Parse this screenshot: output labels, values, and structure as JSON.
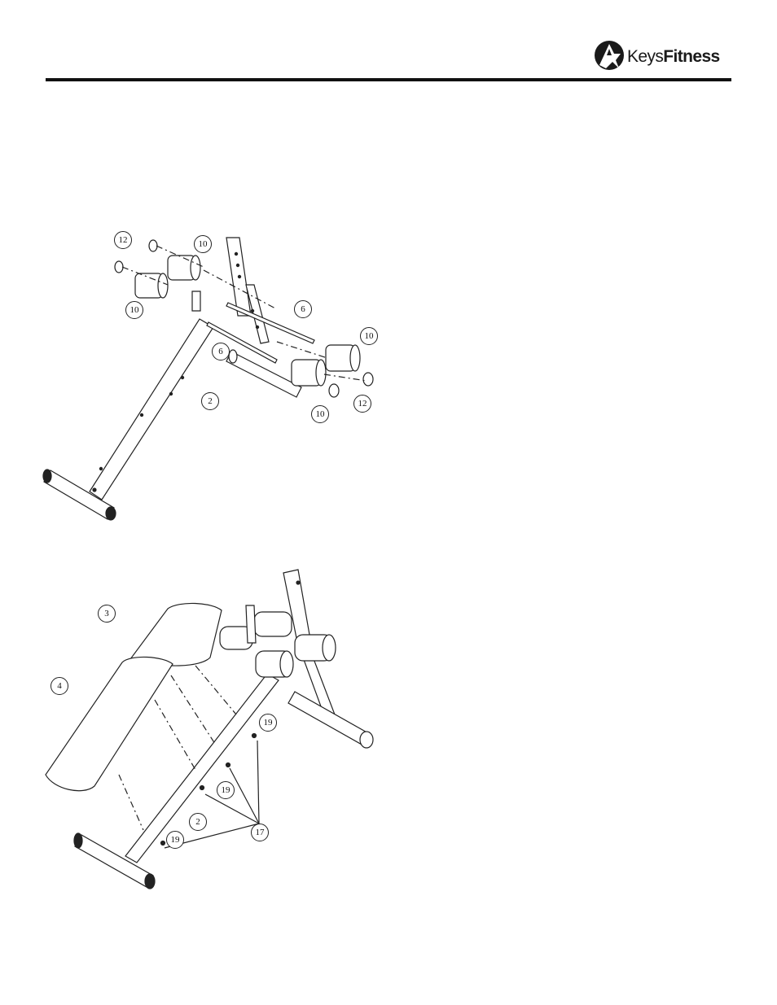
{
  "brand": {
    "part1": "Keys",
    "part2": "Fitness"
  },
  "figure1": {
    "callouts": [
      {
        "label": "12"
      },
      {
        "label": "10"
      },
      {
        "label": "10"
      },
      {
        "label": "6"
      },
      {
        "label": "6"
      },
      {
        "label": "10"
      },
      {
        "label": "2"
      },
      {
        "label": "12"
      },
      {
        "label": "10"
      }
    ]
  },
  "figure2": {
    "callouts": [
      {
        "label": "3"
      },
      {
        "label": "4"
      },
      {
        "label": "19"
      },
      {
        "label": "19"
      },
      {
        "label": "2"
      },
      {
        "label": "17"
      },
      {
        "label": "19"
      }
    ]
  }
}
